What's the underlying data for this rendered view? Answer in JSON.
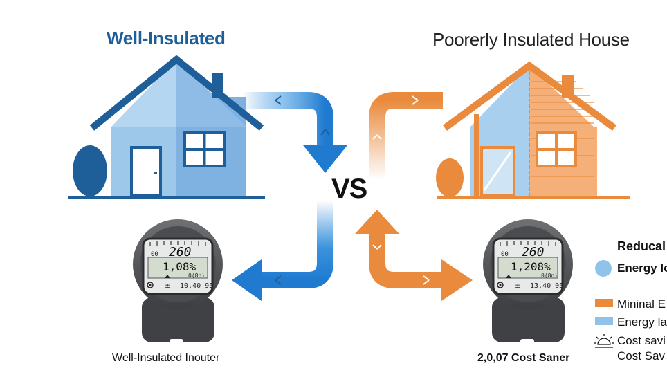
{
  "titles": {
    "left": "Well-Insulated",
    "right": "Poorerly Insulated House",
    "vs": "VS"
  },
  "meters": {
    "left": {
      "top": "260",
      "middle": "1,08%",
      "small": "0(8n)",
      "bottom": "10.40 93",
      "label_00": "00"
    },
    "right": {
      "top": "260",
      "middle": "1,208%",
      "small": "0(8n)",
      "bottom": "13.40 03",
      "label_00": "00"
    }
  },
  "captions": {
    "left": "Well-Insulated Inouter",
    "right": "2,0,07 Cost Saner"
  },
  "legend": {
    "title": "Reducal",
    "items": [
      {
        "label": "Energy lo",
        "swatch": "circle",
        "color": "#8fc3ea"
      },
      {
        "label": "Mininal E",
        "swatch": "rect",
        "color": "#e98a3c"
      },
      {
        "label": "Energy la",
        "swatch": "rect",
        "color": "#8fc3ea"
      },
      {
        "label": "Cost savi",
        "swatch": "sun-icon",
        "color": "#111111"
      },
      {
        "label": "Cost Sav",
        "swatch": "none",
        "color": "#111111"
      }
    ]
  },
  "colors": {
    "blue_dark": "#1f5f99",
    "blue_mid": "#5d95cf",
    "blue_light": "#9ec8ea",
    "orange": "#e98a3c",
    "orange_light": "#f5b07a"
  }
}
